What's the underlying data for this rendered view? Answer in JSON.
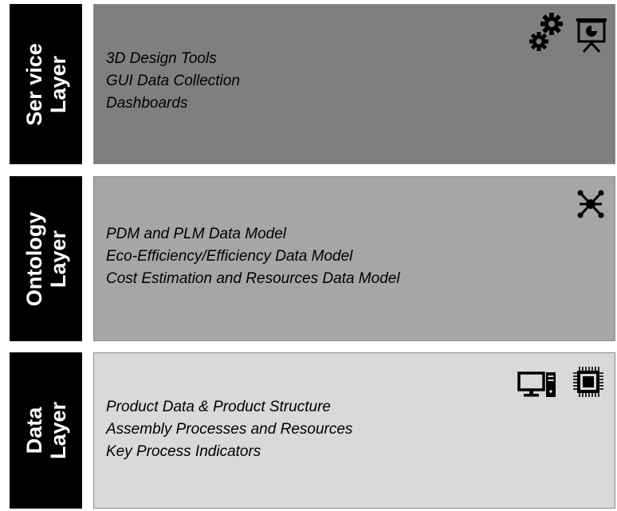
{
  "layers": [
    {
      "tab": {
        "line1": "Ser vice",
        "line2": "Layer"
      },
      "items": [
        "3D Design Tools",
        "GUI Data Collection",
        "Dashboards"
      ],
      "icons": [
        "gears-icon",
        "presentation-board-icon"
      ],
      "panel_color": "#7f7f7f"
    },
    {
      "tab": {
        "line1": "Ontology",
        "line2": "Layer"
      },
      "items": [
        "PDM and PLM Data Model",
        "Eco-Efficiency/Efficiency Data Model",
        "Cost Estimation and Resources Data Model"
      ],
      "icons": [
        "network-graph-icon"
      ],
      "panel_color": "#a6a6a6"
    },
    {
      "tab": {
        "line1": "Data",
        "line2": "Layer"
      },
      "items": [
        "Product Data & Product Structure",
        "Assembly Processes and Resources",
        "Key Process Indicators"
      ],
      "icons": [
        "desktop-computer-icon",
        "cpu-chip-icon"
      ],
      "panel_color": "#d9d9d9"
    }
  ]
}
